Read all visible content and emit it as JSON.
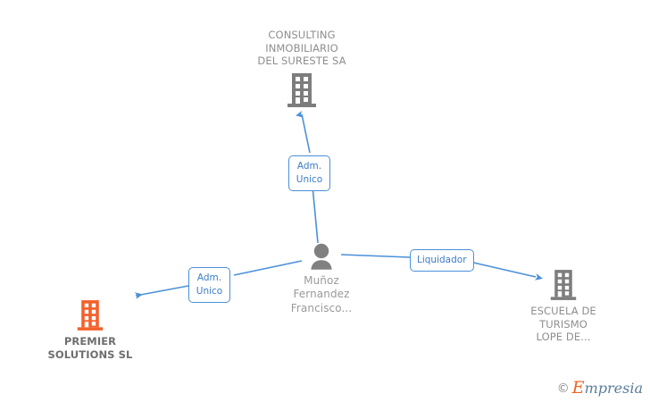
{
  "diagram": {
    "title": "Corporate relationship graph",
    "background_color": "#ffffff",
    "edge_color": "#4a90d9",
    "company_icon_color": "#7a7a7a",
    "highlight_company_color": "#f4602a",
    "person_icon_color": "#808080"
  },
  "nodes": {
    "consulting": {
      "name": "CONSULTING\nINMOBILIARIO\nDEL SURESTE SA",
      "icon": "building-icon",
      "type": "company"
    },
    "person": {
      "name": "Muñoz\nFernandez\nFrancisco...",
      "icon": "person-icon",
      "type": "person"
    },
    "premier": {
      "name": "PREMIER\nSOLUTIONS SL",
      "icon": "building-icon",
      "type": "company",
      "highlighted": true
    },
    "escuela": {
      "name": "ESCUELA DE\nTURISMO\nLOPE DE...",
      "icon": "building-icon",
      "type": "company"
    }
  },
  "edges": [
    {
      "id": "edge-adm-unico-consulting",
      "label": "Adm.\nUnico",
      "from": "person",
      "to": "consulting"
    },
    {
      "id": "edge-adm-unico-premier",
      "label": "Adm.\nUnico",
      "from": "person",
      "to": "premier"
    },
    {
      "id": "edge-liquidador-escuela",
      "label": "Liquidador",
      "from": "person",
      "to": "escuela"
    }
  ],
  "watermark": {
    "copyright": "©",
    "brand_initial": "E",
    "brand_rest": "mpresia"
  }
}
